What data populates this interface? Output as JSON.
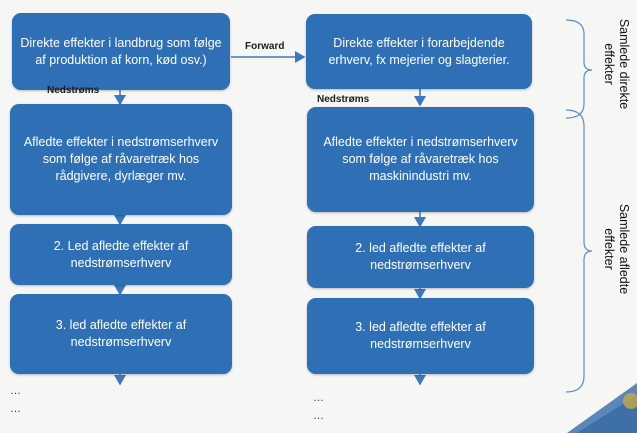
{
  "left_column": {
    "box1": "Direkte effekter i landbrug  som følge af produktion af korn, kød osv.)",
    "box2": "Afledte effekter i nedstrømserhverv som følge af råvaretræk hos rådgivere, dyrlæger mv.",
    "box3": "2. Led afledte effekter af nedstrømserhverv",
    "box4": "3. led afledte effekter af nedstrømserhverv",
    "downstream_label": "Nedstrøms",
    "dots": [
      "…",
      "…"
    ]
  },
  "right_column": {
    "box1": "Direkte effekter i forarbejdende erhverv, fx mejerier og slagterier.",
    "box2": "Afledte effekter i nedstrømserhverv som følge af råvaretræk hos maskinindustri mv.",
    "box3": "2. led afledte effekter af nedstrømserhverv",
    "box4": "3. led afledte effekter af nedstrømserhverv",
    "downstream_label": "Nedstrøms",
    "dots": [
      "…",
      "…"
    ]
  },
  "forward_label": "Forward",
  "brackets": {
    "top_label": "Samlede direkte effekter",
    "bottom_label": "Samlede afledte effekter"
  },
  "colors": {
    "box": "#2f6fb6",
    "arrow": "#3b78c0",
    "bracket": "#5a8fc8"
  }
}
